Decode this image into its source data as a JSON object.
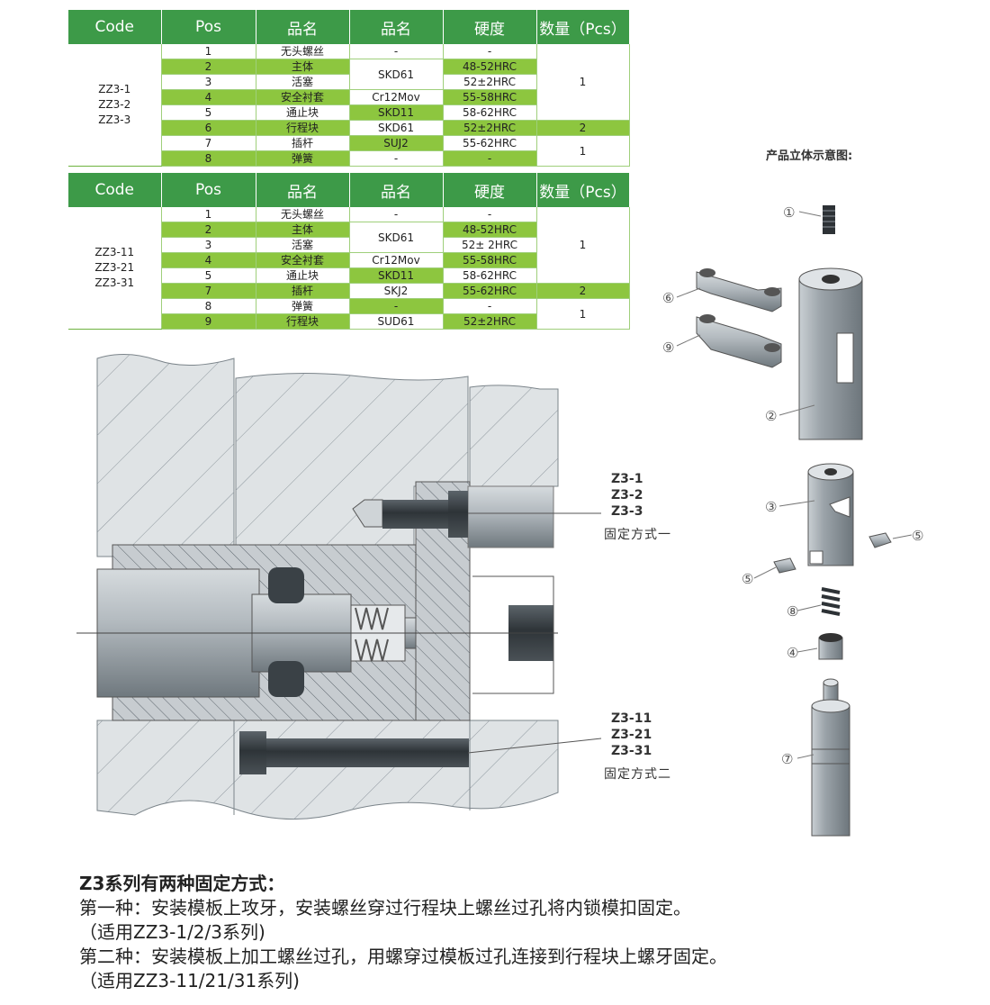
{
  "table1": {
    "headers": [
      "Code",
      "Pos",
      "品名",
      "品名",
      "硬度",
      "数量（Pcs）"
    ],
    "codes": [
      "ZZ3-1",
      "ZZ3-2",
      "ZZ3-3"
    ],
    "rows": [
      {
        "pos": "1",
        "name": "无头螺丝",
        "mat": "-",
        "hard": "-",
        "qty": "",
        "green": false
      },
      {
        "pos": "2",
        "name": "主体",
        "mat": "SKD61",
        "hard": "48-52HRC",
        "qty": "1",
        "green": true
      },
      {
        "pos": "3",
        "name": "活塞",
        "mat": "",
        "hard": "52±2HRC",
        "qty": "",
        "green": false
      },
      {
        "pos": "4",
        "name": "安全衬套",
        "mat": "Cr12Mov",
        "hard": "55-58HRC",
        "qty": "",
        "green": true
      },
      {
        "pos": "5",
        "name": "通止块",
        "mat": "SKD11",
        "hard": "58-62HRC",
        "qty": "",
        "green": false
      },
      {
        "pos": "6",
        "name": "行程块",
        "mat": "SKD61",
        "hard": "52±2HRC",
        "qty": "2",
        "green": true
      },
      {
        "pos": "7",
        "name": "插杆",
        "mat": "SUJ2",
        "hard": "55-62HRC",
        "qty": "1",
        "green": false
      },
      {
        "pos": "8",
        "name": "弹簧",
        "mat": "-",
        "hard": "-",
        "qty": "",
        "green": true
      }
    ]
  },
  "table2": {
    "headers": [
      "Code",
      "Pos",
      "品名",
      "品名",
      "硬度",
      "数量（Pcs）"
    ],
    "codes": [
      "ZZ3-11",
      "ZZ3-21",
      "ZZ3-31"
    ],
    "rows": [
      {
        "pos": "1",
        "name": "无头螺丝",
        "mat": "-",
        "hard": "-",
        "qty": "",
        "green": false
      },
      {
        "pos": "2",
        "name": "主体",
        "mat": "SKD61",
        "hard": "48-52HRC",
        "qty": "1",
        "green": true
      },
      {
        "pos": "3",
        "name": "活塞",
        "mat": "",
        "hard": "52± 2HRC",
        "qty": "",
        "green": false
      },
      {
        "pos": "4",
        "name": "安全衬套",
        "mat": "Cr12Mov",
        "hard": "55-58HRC",
        "qty": "",
        "green": true
      },
      {
        "pos": "5",
        "name": "通止块",
        "mat": "SKD11",
        "hard": "58-62HRC",
        "qty": "",
        "green": false
      },
      {
        "pos": "7",
        "name": "插杆",
        "mat": "SKJ2",
        "hard": "55-62HRC",
        "qty": "2",
        "green": true
      },
      {
        "pos": "8",
        "name": "弹簧",
        "mat": "-",
        "hard": "-",
        "qty": "1",
        "green": false
      },
      {
        "pos": "9",
        "name": "行程块",
        "mat": "SUD61",
        "hard": "52±2HRC",
        "qty": "",
        "green": true
      }
    ]
  },
  "diagram_title": "产品立体示意图:",
  "callout1": {
    "lines": [
      "Z3-1",
      "Z3-2",
      "Z3-3"
    ],
    "method": "固定方式一"
  },
  "callout2": {
    "lines": [
      "Z3-11",
      "Z3-21",
      "Z3-31"
    ],
    "method": "固定方式二"
  },
  "part_numbers": [
    "①",
    "⑥",
    "⑨",
    "②",
    "③",
    "⑤",
    "⑤",
    "⑧",
    "④",
    "⑦"
  ],
  "notes": {
    "heading": "Z3系列有两种固定方式：",
    "line1": "第一种：安装模板上攻牙，安装螺丝穿过行程块上螺丝过孔将内锁模扣固定。",
    "line2": "（适用ZZ3-1/2/3系列)",
    "line3": "第二种：安装模板上加工螺丝过孔，用螺穿过模板过孔连接到行程块上螺牙固定。",
    "line4": "（适用ZZ3-11/21/31系列)"
  },
  "colors": {
    "header_green": "#3d9a48",
    "row_green": "#8dc63f",
    "steel": "#8a9299"
  }
}
